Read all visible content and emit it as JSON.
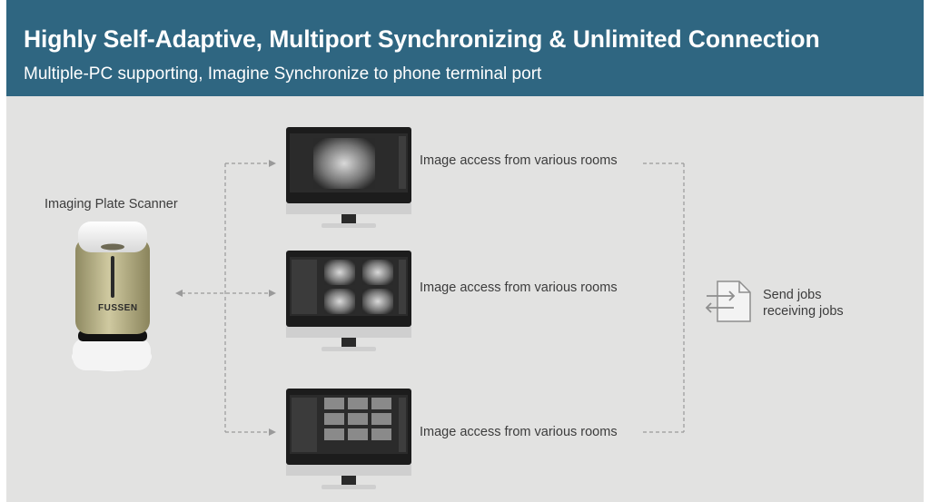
{
  "header": {
    "title": "Highly Self-Adaptive, Multiport Synchronizing & Unlimited Connection",
    "subtitle": "Multiple-PC supporting, Imagine Synchronize to phone terminal port"
  },
  "scanner": {
    "label": "Imaging Plate Scanner",
    "brand": "FUSSEN"
  },
  "monitors": [
    {
      "caption": "Image  access from various rooms",
      "layout": "single"
    },
    {
      "caption": "Image  access from various rooms",
      "layout": "quad"
    },
    {
      "caption": "Image  access from various rooms",
      "layout": "grid"
    }
  ],
  "jobs": {
    "line1": "Send jobs",
    "line2": "receiving jobs",
    "icon": "transfer-arrows-icon"
  },
  "colors": {
    "header_bg": "#2f6681",
    "panel_bg": "#e2e2e1",
    "connector": "#9a9a9a"
  }
}
